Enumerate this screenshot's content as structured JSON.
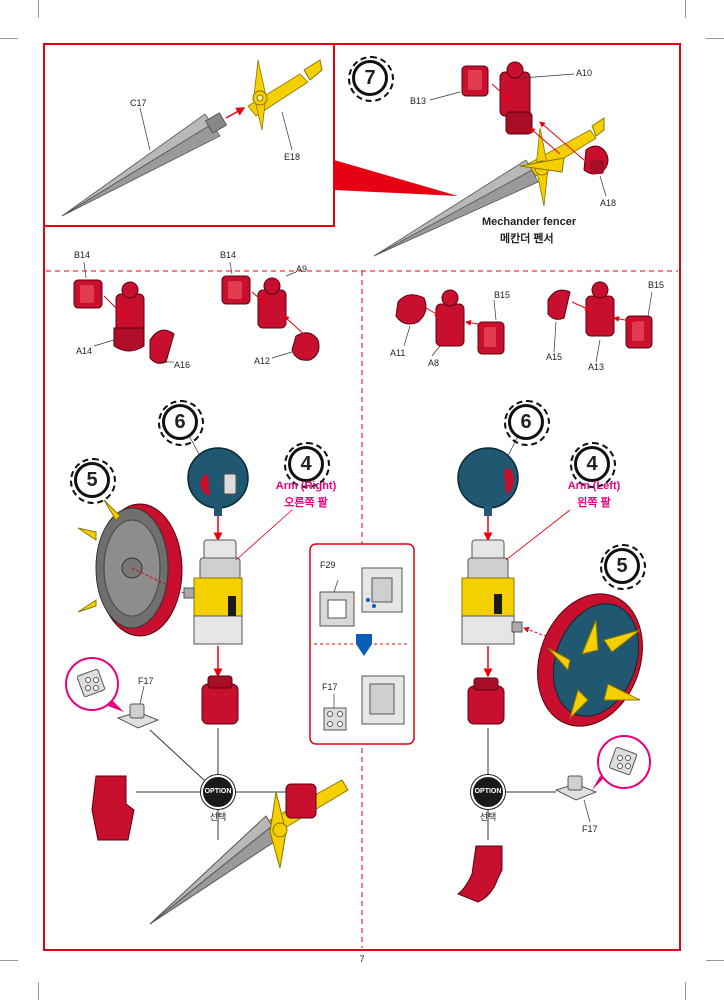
{
  "steps": {
    "top": "7",
    "head_right": "6",
    "head_left": "6",
    "arm_right": "4",
    "arm_left": "4",
    "shield_right": "5",
    "shield_left": "5"
  },
  "parts": {
    "c17": "C17",
    "e18": "E18",
    "a10": "A10",
    "b13": "B13",
    "a18": "A18",
    "b14_a": "B14",
    "a14": "A14",
    "a16": "A16",
    "b14_b": "B14",
    "a9": "A9",
    "a12": "A12",
    "b15_a": "B15",
    "a11": "A11",
    "a8": "A8",
    "b15_b": "B15",
    "a15": "A15",
    "a13": "A13",
    "f29": "F29",
    "f17_inset": "F17",
    "f17_right": "F17",
    "f17_left": "F17"
  },
  "captions": {
    "sword_en": "Mechander fencer",
    "sword_ko": "메칸더 펜서",
    "arm_right_en": "Arm (Right)",
    "arm_right_ko": "오른쪽 팔",
    "arm_left_en": "Arm (Left)",
    "arm_left_ko": "왼쪽 팔"
  },
  "option": {
    "right_label": "OPTION",
    "right_sub": "선택",
    "left_label": "OPTION",
    "left_sub": "선택"
  },
  "page_number": "7",
  "colors": {
    "frame_red": "#e60012",
    "part_red": "#c8102e",
    "part_yellow": "#f5d000",
    "blade_gray": "#8c8c8c",
    "head_teal": "#1f5870",
    "accent_pink": "#e6007e",
    "arrow_blue": "#0a5fb4"
  }
}
